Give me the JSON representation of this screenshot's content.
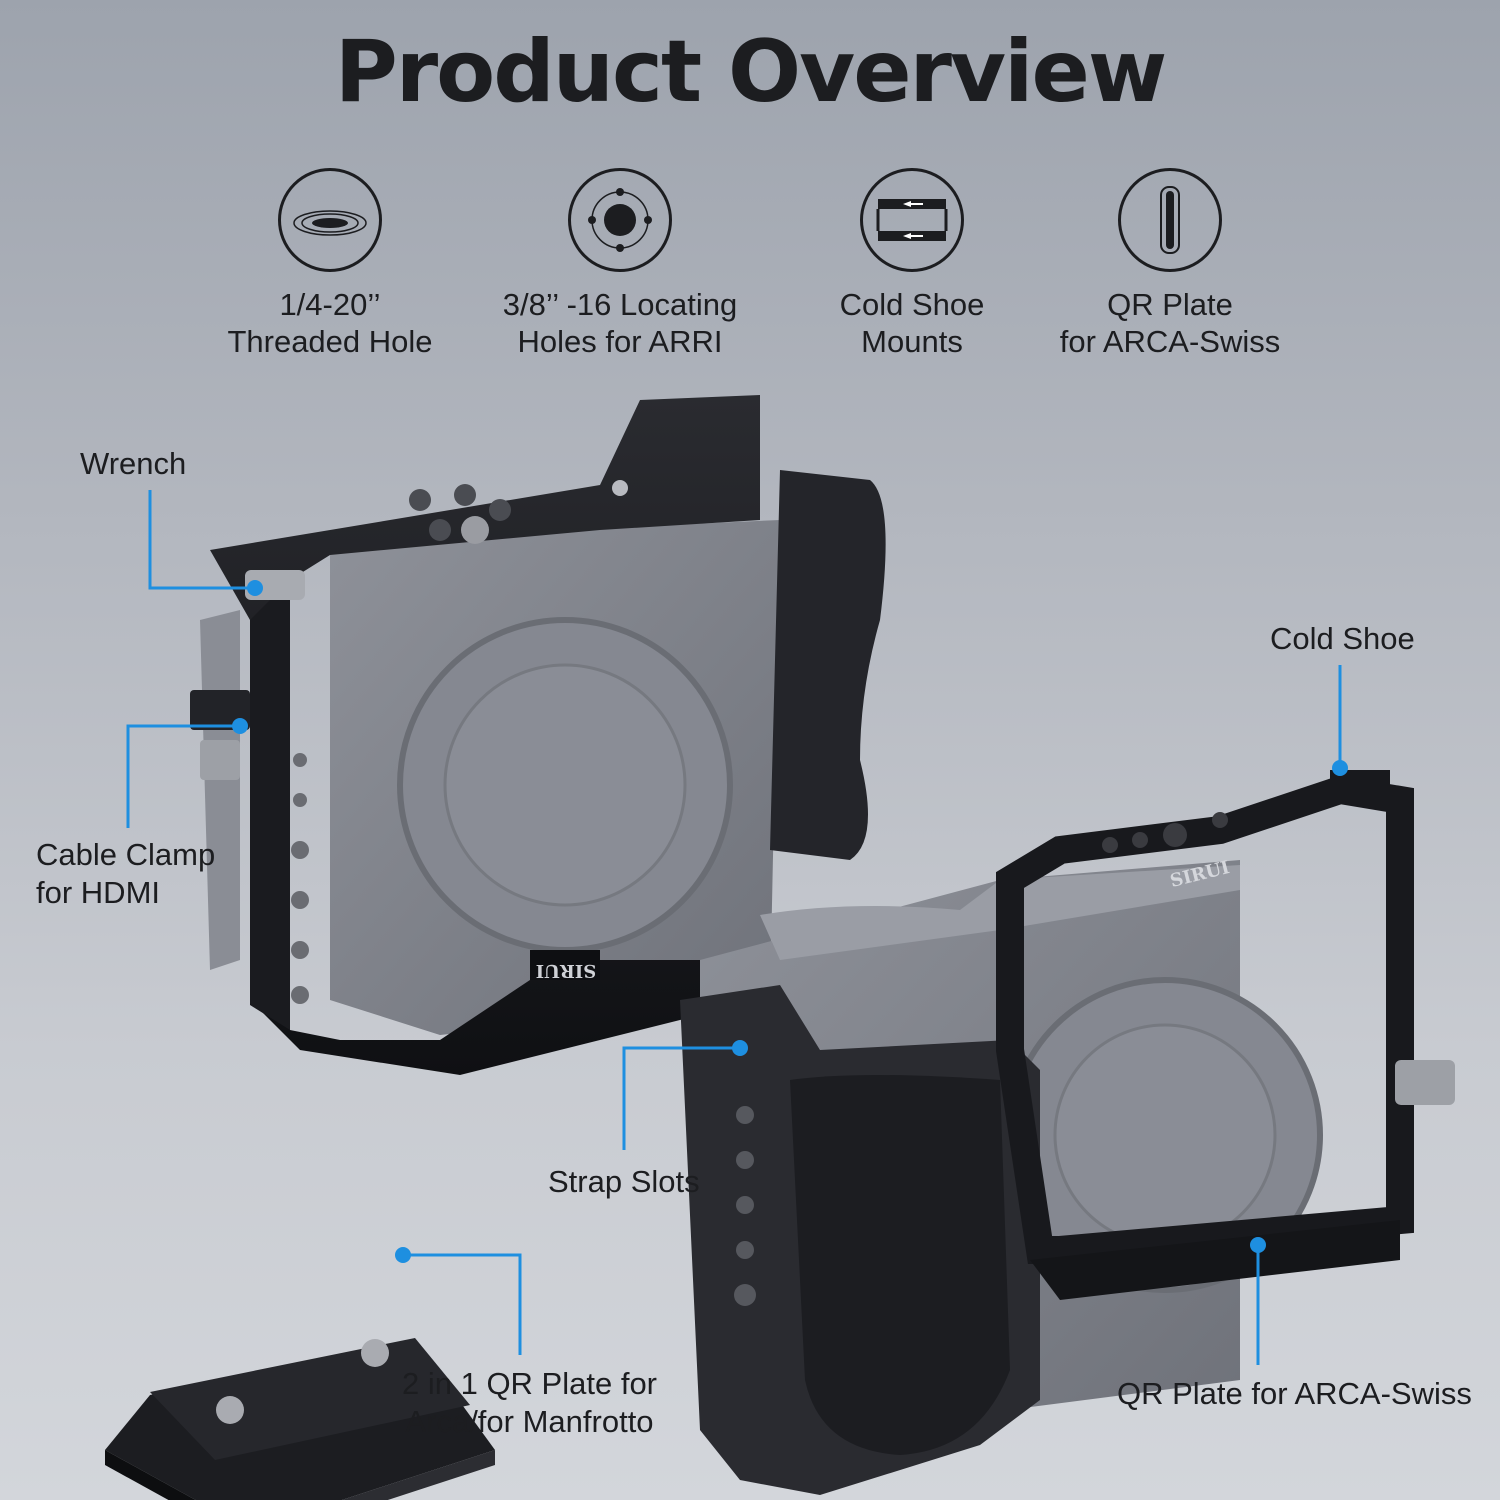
{
  "title": "Product Overview",
  "features": [
    {
      "icon": "threaded-hole-icon",
      "line1": "1/4-20’’",
      "line2": "Threaded Hole"
    },
    {
      "icon": "locating-holes-icon",
      "line1": "3/8’’ -16 Locating",
      "line2": "Holes for ARRI"
    },
    {
      "icon": "cold-shoe-icon",
      "line1": "Cold Shoe",
      "line2": "Mounts"
    },
    {
      "icon": "qr-plate-icon",
      "line1": "QR Plate",
      "line2": "for ARCA-Swiss"
    }
  ],
  "callouts": {
    "wrench": "Wrench",
    "cable_clamp_1": "Cable Clamp",
    "cable_clamp_2": "for HDMI",
    "cold_shoe": "Cold Shoe",
    "strap_slots": "Strap Slots",
    "qr_2in1_1": "2 in 1 QR Plate for",
    "qr_2in1_2": "Arca/for Manfrotto",
    "qr_arca": "QR Plate for ARCA-Swiss"
  },
  "brand": "SIRUI",
  "colors": {
    "accent": "#1e8fe0",
    "cage": "#141518",
    "camera": "#7d8088",
    "text": "#1c1d20"
  }
}
